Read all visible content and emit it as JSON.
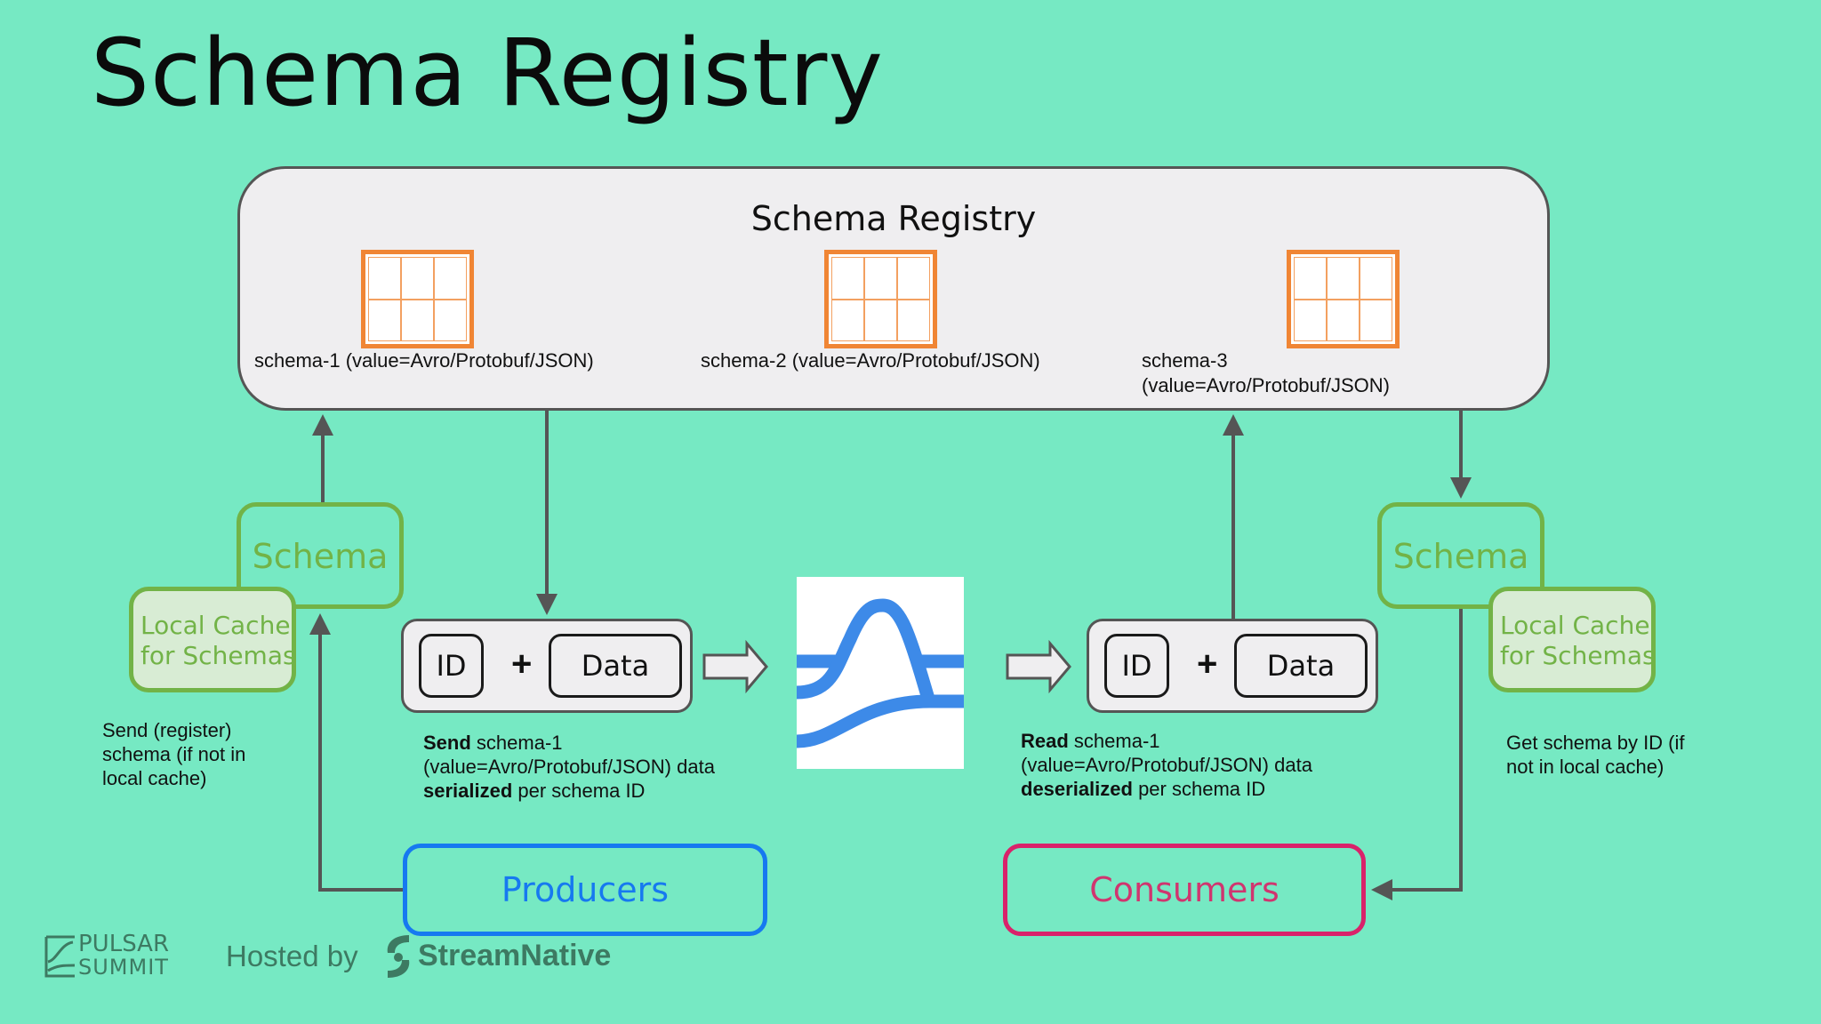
{
  "page": {
    "title": "Schema Registry"
  },
  "registry": {
    "title": "Schema Registry",
    "schemas": [
      {
        "label": "schema-1 (value=Avro/Protobuf/JSON)"
      },
      {
        "label": "schema-2 (value=Avro/Protobuf/JSON)"
      },
      {
        "label_line1": "schema-3",
        "label_line2": "(value=Avro/Protobuf/JSON)"
      }
    ]
  },
  "producer_side": {
    "schema_box": "Schema",
    "cache_line1": "Local Cache",
    "cache_line2": "for Schemas",
    "note_line1": "Send (register)",
    "note_line2": "schema (if not in",
    "note_line3": "local cache)",
    "message": {
      "id": "ID",
      "plus": "+",
      "data": "Data"
    },
    "caption": {
      "bold1": "Send",
      "rest1": " schema-1",
      "line2": "(value=Avro/Protobuf/JSON) data",
      "bold3": "serialized",
      "rest3": " per schema ID"
    },
    "role": "Producers"
  },
  "consumer_side": {
    "schema_box": "Schema",
    "cache_line1": "Local Cache",
    "cache_line2": "for Schemas",
    "note_line1": "Get schema by ID (if",
    "note_line2": "not in local cache)",
    "message": {
      "id": "ID",
      "plus": "+",
      "data": "Data"
    },
    "caption": {
      "bold1": "Read",
      "rest1": " schema-1",
      "line2": "(value=Avro/Protobuf/JSON) data",
      "bold3": "deserialized",
      "rest3": " per schema ID"
    },
    "role": "Consumers"
  },
  "center_logo": {
    "icon": "apache-pulsar-logo"
  },
  "footer": {
    "summit_line1": "PULSAR",
    "summit_line2": "SUMMIT",
    "hosted_by": "Hosted by",
    "host": "StreamNative"
  },
  "colors": {
    "background": "#76e9c3",
    "schema_green": "#72b347",
    "grid_orange": "#f08534",
    "producers_blue": "#1679f0",
    "consumers_pink": "#d9226a",
    "pulsar_blue": "#3d8ae8",
    "footer_green": "#3d7a62"
  }
}
